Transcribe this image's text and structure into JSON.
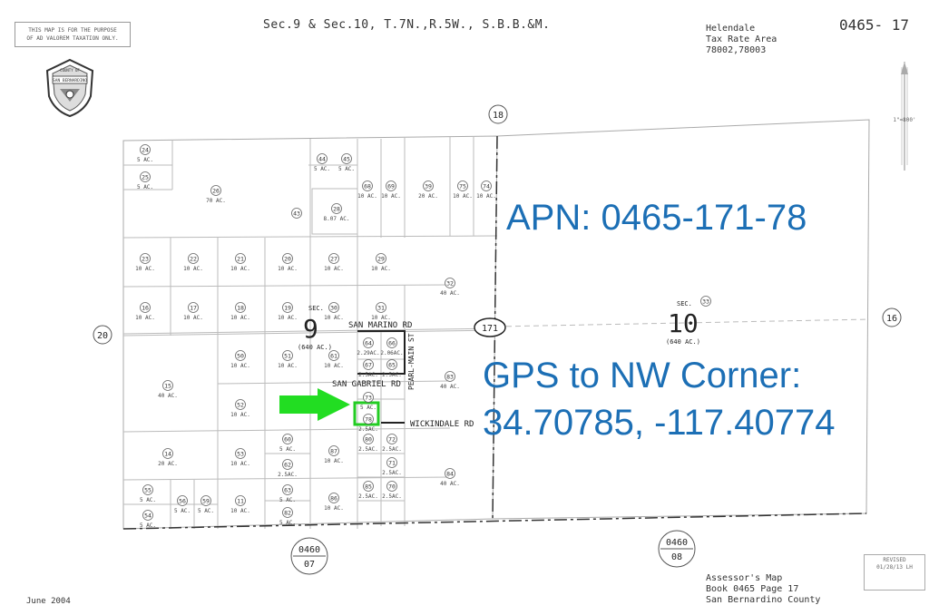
{
  "header": {
    "disclaimer_line1": "THIS MAP IS FOR THE PURPOSE",
    "disclaimer_line2": "OF AD VALOREM TAXATION ONLY.",
    "title": "Sec.9 & Sec.10, T.7N.,R.5W., S.B.B.&M.",
    "tax_area_line1": "Helendale",
    "tax_area_line2": "Tax Rate Area",
    "tax_area_line3": "78002,78003",
    "page_number": "0465- 17",
    "seal_text": "SAN BERNARDINO",
    "seal_top": "COUNTY OF"
  },
  "annotations": {
    "apn": "APN: 0465-171-78",
    "gps_line1": "GPS to NW Corner:",
    "gps_line2": "34.70785, -117.40774",
    "arrow_color": "#22dd22",
    "highlight_color": "#22cc22",
    "text_color": "#1c6fb5"
  },
  "map": {
    "roads": {
      "san_marino": "SAN MARINO RD",
      "san_gabriel": "SAN GABRIEL RD",
      "wickindale": "WICKINDALE RD",
      "pearl_main": "PEARL-MAIN ST"
    },
    "section_labels": {
      "sec_abbr": "SEC.",
      "sec9": "9",
      "sec9_area": "(640 AC.)",
      "sec10": "10",
      "sec10_area": "(640 AC.)"
    },
    "adjacent": {
      "top": "18",
      "left": "20",
      "right": "16",
      "center": "171",
      "bottom_left_book": "0460",
      "bottom_left_page": "07",
      "bottom_right_book": "0460",
      "bottom_right_page": "08"
    },
    "parcels": [
      {
        "num": "24",
        "area": "5 AC."
      },
      {
        "num": "25",
        "area": "5 AC."
      },
      {
        "num": "26",
        "area": "70 AC."
      },
      {
        "num": "44",
        "area": "5 AC."
      },
      {
        "num": "45",
        "area": "5 AC."
      },
      {
        "num": "68",
        "area": "10 AC."
      },
      {
        "num": "69",
        "area": "10 AC."
      },
      {
        "num": "39",
        "area": "20 AC."
      },
      {
        "num": "75",
        "area": "10 AC."
      },
      {
        "num": "74",
        "area": "10 AC."
      },
      {
        "num": "43",
        "area": ""
      },
      {
        "num": "28",
        "area": "8.07 AC."
      },
      {
        "num": "23",
        "area": "10 AC."
      },
      {
        "num": "22",
        "area": "10 AC."
      },
      {
        "num": "21",
        "area": "10 AC."
      },
      {
        "num": "20",
        "area": "10 AC."
      },
      {
        "num": "27",
        "area": "10 AC."
      },
      {
        "num": "29",
        "area": "10 AC."
      },
      {
        "num": "32",
        "area": "40 AC."
      },
      {
        "num": "16",
        "area": "10 AC."
      },
      {
        "num": "17",
        "area": "10 AC."
      },
      {
        "num": "18",
        "area": "10 AC."
      },
      {
        "num": "19",
        "area": "10 AC."
      },
      {
        "num": "30",
        "area": "10 AC."
      },
      {
        "num": "31",
        "area": "10 AC."
      },
      {
        "num": "15",
        "area": "40 AC."
      },
      {
        "num": "50",
        "area": "10 AC."
      },
      {
        "num": "51",
        "area": "10 AC."
      },
      {
        "num": "61",
        "area": "10 AC."
      },
      {
        "num": "64",
        "area": "2.29AC."
      },
      {
        "num": "66",
        "area": "2.06AC."
      },
      {
        "num": "67",
        "area": "2.5AC."
      },
      {
        "num": "65",
        "area": "2.5AC."
      },
      {
        "num": "83",
        "area": "40 AC."
      },
      {
        "num": "52",
        "area": "10 AC."
      },
      {
        "num": "73",
        "area": "5 AC."
      },
      {
        "num": "78",
        "area": "2.5AC."
      },
      {
        "num": "14",
        "area": "20 AC."
      },
      {
        "num": "53",
        "area": "10 AC."
      },
      {
        "num": "60",
        "area": "5 AC."
      },
      {
        "num": "87",
        "area": "10 AC."
      },
      {
        "num": "80",
        "area": "2.5AC."
      },
      {
        "num": "72",
        "area": "2.5AC."
      },
      {
        "num": "62",
        "area": "2.5AC."
      },
      {
        "num": "71",
        "area": "2.5AC."
      },
      {
        "num": "84",
        "area": "40 AC."
      },
      {
        "num": "55",
        "area": "5 AC."
      },
      {
        "num": "56",
        "area": "5 AC."
      },
      {
        "num": "59",
        "area": "5 AC."
      },
      {
        "num": "11",
        "area": "10 AC."
      },
      {
        "num": "63",
        "area": "5 AC."
      },
      {
        "num": "86",
        "area": "10 AC."
      },
      {
        "num": "85",
        "area": "2.5AC."
      },
      {
        "num": "70",
        "area": "2.5AC."
      },
      {
        "num": "54",
        "area": "5 AC."
      },
      {
        "num": "82",
        "area": "5 AC."
      },
      {
        "num": "33",
        "area": ""
      }
    ]
  },
  "footer": {
    "date": "June 2004",
    "line1": "Assessor's Map",
    "line2": "Book 0465 Page 17",
    "line3": "San Bernardino County",
    "revised_label": "REVISED",
    "revised_date": "01/28/13 LH"
  },
  "north_arrow_label": "1\"=800'"
}
